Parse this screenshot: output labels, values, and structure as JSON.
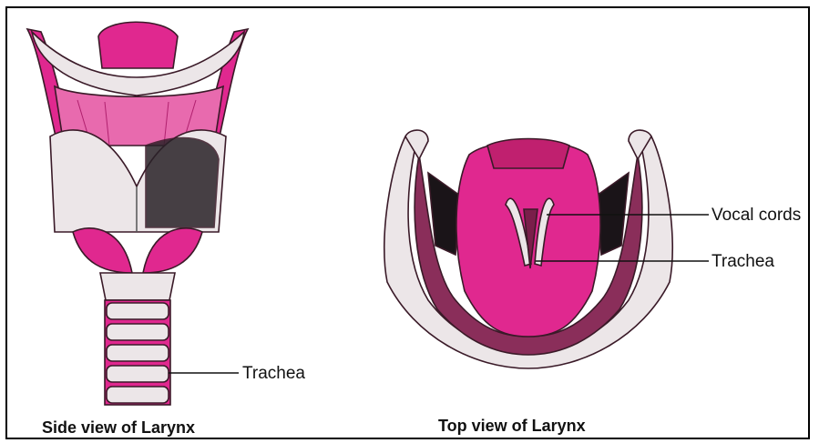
{
  "labels": {
    "side_trachea": "Trachea",
    "vocal_cords": "Vocal cords",
    "top_trachea": "Trachea"
  },
  "captions": {
    "side": "Side view of Larynx",
    "top": "Top view of Larynx"
  },
  "colors": {
    "magenta": "#e0288f",
    "dark_magenta": "#7a1e4a",
    "pale": "#ece6e8",
    "outline": "#3a1a28"
  }
}
